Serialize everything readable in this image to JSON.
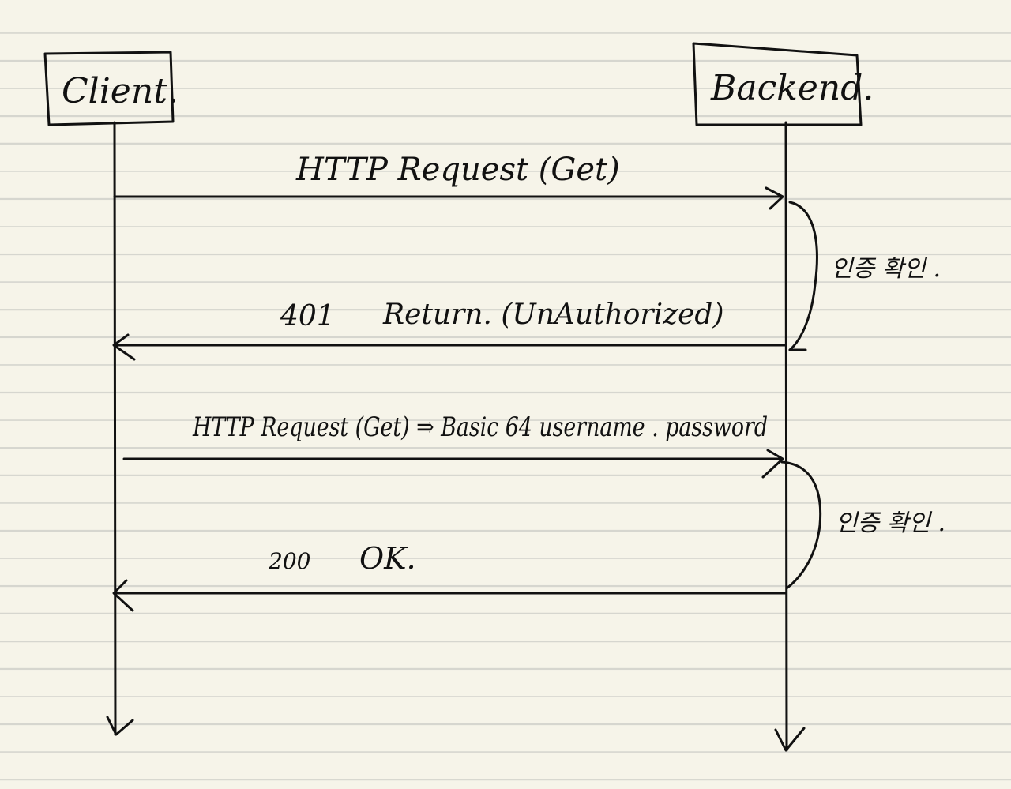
{
  "participants": {
    "client": "Client.",
    "backend": "Backend."
  },
  "messages": [
    {
      "label": "HTTP Request (Get)"
    },
    {
      "code": "401",
      "label": "Return. (UnAuthorized)"
    },
    {
      "label": "HTTP Request (Get) ⇒ Basic 64 username . password"
    },
    {
      "code": "200",
      "label": "OK."
    }
  ],
  "notes": [
    {
      "label": "인증 확인 ."
    },
    {
      "label": "인증 확인 ."
    }
  ]
}
